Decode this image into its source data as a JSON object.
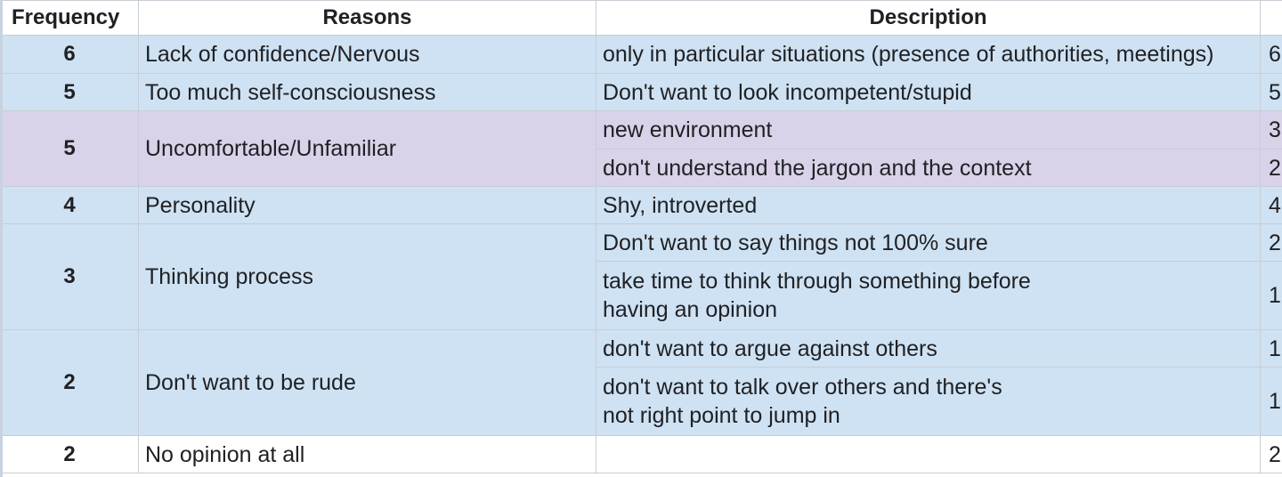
{
  "headers": {
    "frequency": "Frequency",
    "reasons": "Reasons",
    "description": "Description"
  },
  "groups": [
    {
      "frequency": "6",
      "reason": "Lack of confidence/Nervous",
      "descriptions": [
        {
          "text": "only in particular situations (presence of authorities, meetings)",
          "count": "6"
        }
      ]
    },
    {
      "frequency": "5",
      "reason": "Too much self-consciousness",
      "descriptions": [
        {
          "text": "Don't want to look incompetent/stupid",
          "count": "5"
        }
      ]
    },
    {
      "frequency": "5",
      "reason": "Uncomfortable/Unfamiliar",
      "descriptions": [
        {
          "text": "new environment",
          "count": "3"
        },
        {
          "text": "don't understand the jargon and the context",
          "count": "2"
        }
      ]
    },
    {
      "frequency": "4",
      "reason": "Personality",
      "descriptions": [
        {
          "text": "Shy, introverted",
          "count": "4"
        }
      ]
    },
    {
      "frequency": "3",
      "reason": "Thinking process",
      "descriptions": [
        {
          "text": "Don't want to say things not 100% sure",
          "count": "2"
        },
        {
          "line1": "take time to think through something before",
          "line2": "having an opinion",
          "count": "1"
        }
      ]
    },
    {
      "frequency": "2",
      "reason": "Don't want to be rude",
      "descriptions": [
        {
          "text": "don't want to argue against others",
          "count": "1"
        },
        {
          "line1": "don't want to talk over others and there's",
          "line2": "not right point to jump in",
          "count": "1"
        }
      ]
    },
    {
      "frequency": "2",
      "reason": "No opinion at all",
      "descriptions": [
        {
          "text": "",
          "count": "2"
        }
      ]
    }
  ],
  "colors": {
    "blue_fill": "#cfe2f3",
    "purple_fill": "#d9d2e9",
    "grid_line": "#c7cdd4"
  }
}
